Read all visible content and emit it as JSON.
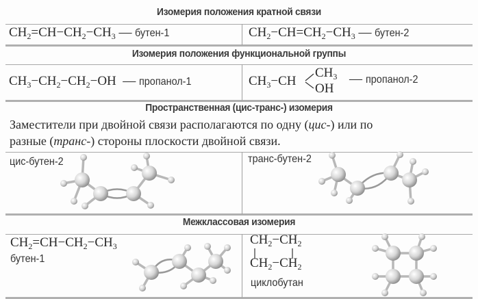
{
  "sections": [
    {
      "title": "Изомерия положения кратной связи",
      "left": {
        "formula": [
          "CH",
          "2",
          "=CH−CH",
          "2",
          "−CH",
          "3"
        ],
        "name": "бутен-1"
      },
      "right": {
        "formula": [
          "CH",
          "2",
          "−CH=CH",
          "2",
          "−CH",
          "3"
        ],
        "name": "бутен-2"
      }
    },
    {
      "title": "Изомерия положения функциональной группы",
      "left": {
        "formula": [
          "CH",
          "3",
          "−CH",
          "2",
          "−CH",
          "2",
          "−OH"
        ],
        "name": "пропанол-1"
      },
      "right": {
        "main": [
          "CH",
          "3",
          "−CH"
        ],
        "branch_top": [
          "CH",
          "3"
        ],
        "branch_bottom": "OH",
        "name": "пропанол-2"
      }
    },
    {
      "title": "Пространственная (цис-транс-) изомерия",
      "description": {
        "part1": "Заместители при двойной связи располагаются по одну (",
        "cis": "цис",
        "part2": "-) или по",
        "part3": "разные (",
        "trans": "транс",
        "part4": "-) стороны плоскости двойной связи."
      },
      "left": {
        "name": "цис-бутен-2",
        "model": "ball-and-stick"
      },
      "right": {
        "name": "транс-бутен-2",
        "model": "ball-and-stick"
      }
    },
    {
      "title": "Межклассовая изомерия",
      "left": {
        "formula": [
          "CH",
          "2",
          "=CH−CH",
          "2",
          "−CH",
          "3"
        ],
        "name": "бутен-1",
        "model": "ball-and-stick"
      },
      "right": {
        "ring_top": [
          "CH",
          "2",
          "−CH",
          "2"
        ],
        "ring_bottom": [
          "CH",
          "2",
          "−CH",
          "2"
        ],
        "name": "циклобутан",
        "model": "ball-and-stick"
      }
    }
  ],
  "dash": "—",
  "colors": {
    "text": "#2a2a2a",
    "header": "#3a3a3a",
    "rule": "#a8a8a8"
  }
}
